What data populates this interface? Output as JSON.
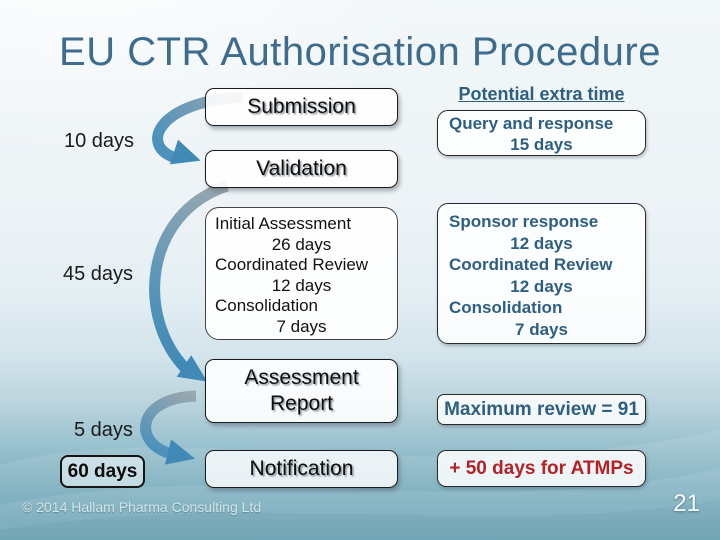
{
  "title": "EU CTR Authorisation Procedure",
  "flow": {
    "submission": "Submission",
    "validation": "Validation",
    "assessment_report": "Assessment Report",
    "notification": "Notification",
    "initial_assessment_lines": [
      "Initial Assessment",
      "26 days",
      "Coordinated Review",
      "12 days",
      "Consolidation",
      "7 days"
    ]
  },
  "durations": {
    "submission_to_validation": "10 days",
    "validation_to_assessment": "45 days",
    "assessment_to_notification": "5 days",
    "total_days": "60 days"
  },
  "extra_time": {
    "heading": "Potential extra time",
    "query_lines": [
      "Query and response",
      "15 days"
    ],
    "sponsor_lines": [
      "Sponsor response",
      "12 days",
      "Coordinated Review",
      "12 days",
      "Consolidation",
      "7 days"
    ],
    "maximum_review": "Maximum review = 91",
    "atmp_note": "+ 50 days for ATMPs"
  },
  "footer": {
    "copyright": "© 2014 Hallam Pharma Consulting Ltd",
    "page_number": "21"
  },
  "colors": {
    "title_blue": "#3d6c8d",
    "extra_text_blue": "#2e5f80",
    "atmp_red": "#b22328",
    "arrow_blue": "#4189b6",
    "arrow_gray": "#9aa7ae",
    "background_bottom": "#5b9aae"
  }
}
